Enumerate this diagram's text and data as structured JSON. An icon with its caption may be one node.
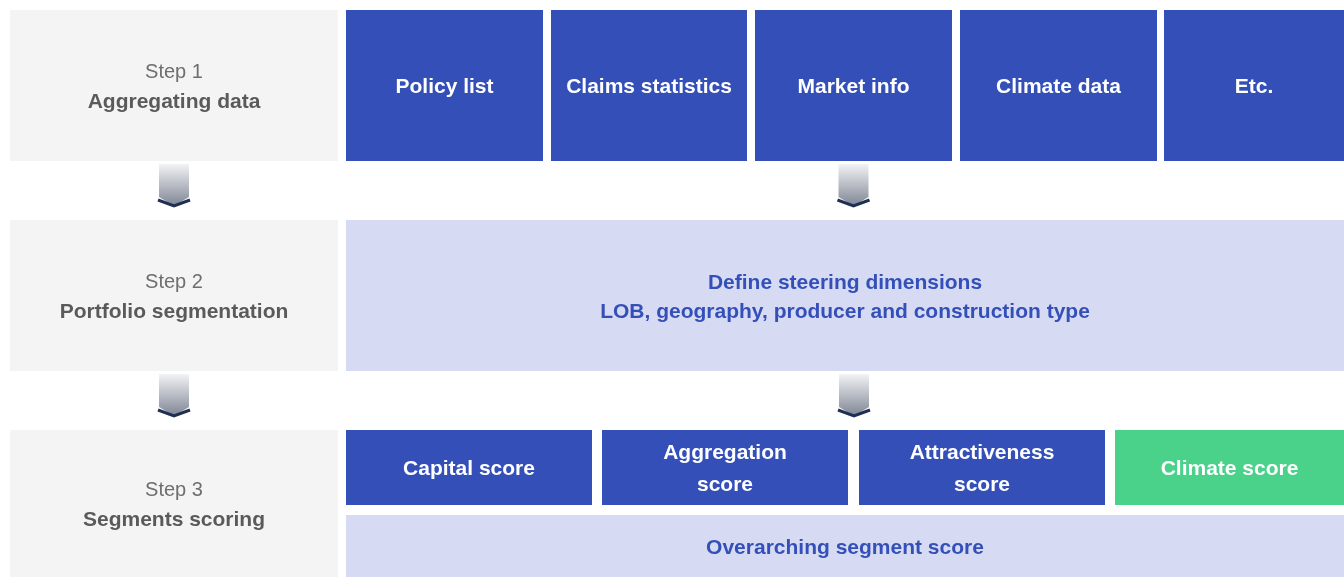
{
  "diagram": {
    "nodes": [
      {
        "text": [
          "Step 1",
          "Aggregating data"
        ]
      },
      {
        "text": [
          "Policy list"
        ]
      },
      {
        "text": [
          "Claims statistics"
        ]
      },
      {
        "text": [
          "Market info"
        ]
      },
      {
        "text": [
          "Climate data"
        ]
      },
      {
        "text": [
          "Etc."
        ]
      },
      {
        "text": [
          "Step 2",
          "Portfolio segmentation"
        ]
      },
      {
        "text": [
          "Define steering dimensions",
          "LOB, geography, producer and construction type"
        ]
      },
      {
        "text": [
          "Step 3",
          "Segments scoring"
        ]
      },
      {
        "text": [
          "Capital score"
        ]
      },
      {
        "text": [
          "Aggregation score"
        ]
      },
      {
        "text": [
          "Attractiveness score"
        ]
      },
      {
        "text": [
          "Climate score"
        ]
      },
      {
        "text": [
          "Overarching segment score"
        ]
      }
    ],
    "edges": [
      {
        "from": 0,
        "to": 6,
        "arrow": "to"
      },
      {
        "from": 6,
        "to": 8,
        "arrow": "to"
      },
      {
        "from": 3,
        "to": 7,
        "arrow": "to"
      },
      {
        "from": 7,
        "to": null,
        "arrow": "to"
      }
    ]
  }
}
